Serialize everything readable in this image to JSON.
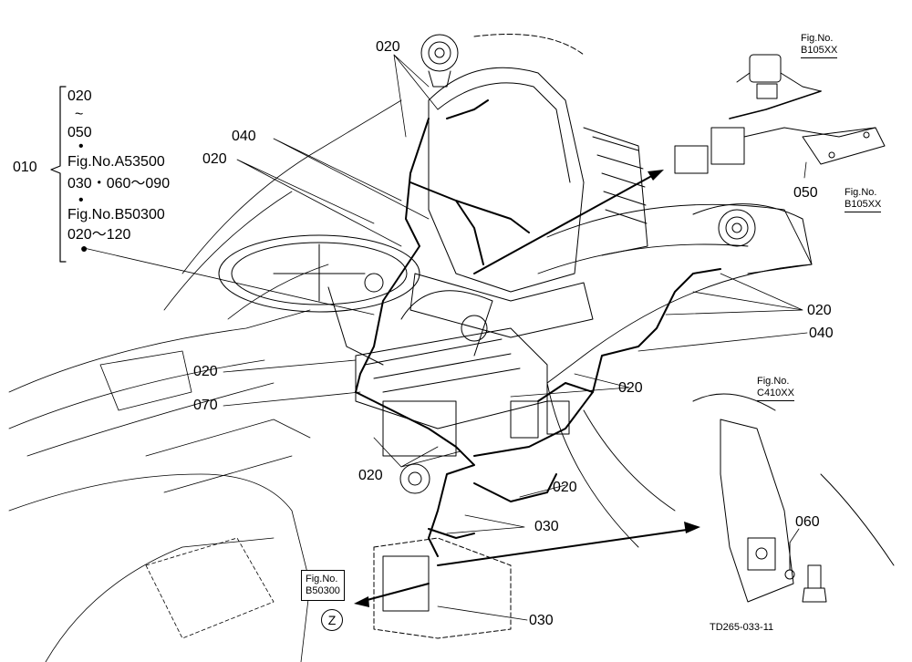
{
  "legend": {
    "main_code": "010",
    "lines": [
      "020",
      "~",
      "050",
      "•",
      "Fig.No.A53500",
      "030・060～090",
      "•",
      "Fig.No.B50300",
      "020～120"
    ]
  },
  "callouts": {
    "c020_top": "020",
    "c040_left": "040",
    "c020_left": "020",
    "c020_mid_left": "020",
    "c070": "070",
    "c020_bottom_left": "020",
    "c020_right_top": "020",
    "c040_right": "040",
    "c020_right_mid": "020",
    "c020_bottom_mid": "020",
    "c030_mid": "030",
    "c030_bottom": "030",
    "c050": "050",
    "c060": "060"
  },
  "fig_refs": {
    "fig_label": "Fig.No.",
    "b105_top": "B105XX",
    "b105_right": "B105XX",
    "c410": "C410XX",
    "b503": "B50300"
  },
  "view_marker": "Z",
  "drawing_code": "TD265-033-11"
}
